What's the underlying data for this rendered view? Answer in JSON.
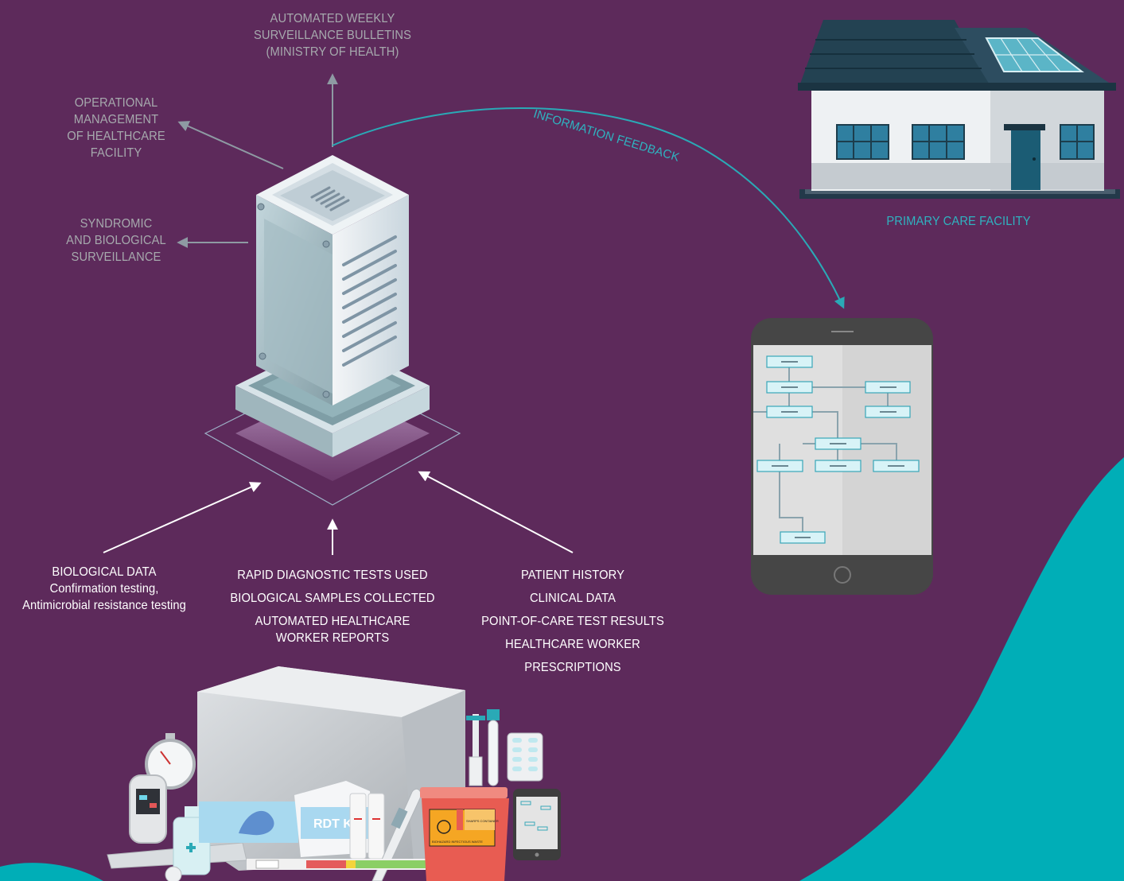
{
  "outputs": {
    "bulletins": [
      "AUTOMATED WEEKLY",
      "SURVEILLANCE BULLETINS",
      "(MINISTRY OF HEALTH)"
    ],
    "operational": [
      "OPERATIONAL",
      "MANAGEMENT",
      "OF HEALTHCARE",
      "FACILITY"
    ],
    "syndromic": [
      "SYNDROMIC",
      "AND BIOLOGICAL",
      "SURVEILLANCE"
    ]
  },
  "feedback_label": "INFORMATION FEEDBACK",
  "facility_label": "PRIMARY CARE FACILITY",
  "inputs": {
    "biological": [
      "BIOLOGICAL DATA",
      "Confirmation testing,",
      "Antimicrobial resistance testing"
    ],
    "rapid": [
      "RAPID DIAGNOSTIC TESTS USED",
      "BIOLOGICAL SAMPLES COLLECTED",
      "AUTOMATED HEALTHCARE",
      "WORKER REPORTS"
    ],
    "patient": [
      "PATIENT HISTORY",
      "CLINICAL DATA",
      "POINT-OF-CARE TEST RESULTS",
      "HEALTHCARE WORKER PRESCRIPTIONS"
    ]
  },
  "kit": {
    "rdt_label": "RDT K",
    "sharps_label": "SHARPS CONTAINER",
    "biohazard_label": "BIOHAZARD INFECTIOUS WASTE"
  },
  "colors": {
    "background": "#5d2a5b",
    "teal_accent": "#2fb3c0",
    "muted_text": "#a6a9ad",
    "roof": "#1f3f4f"
  }
}
